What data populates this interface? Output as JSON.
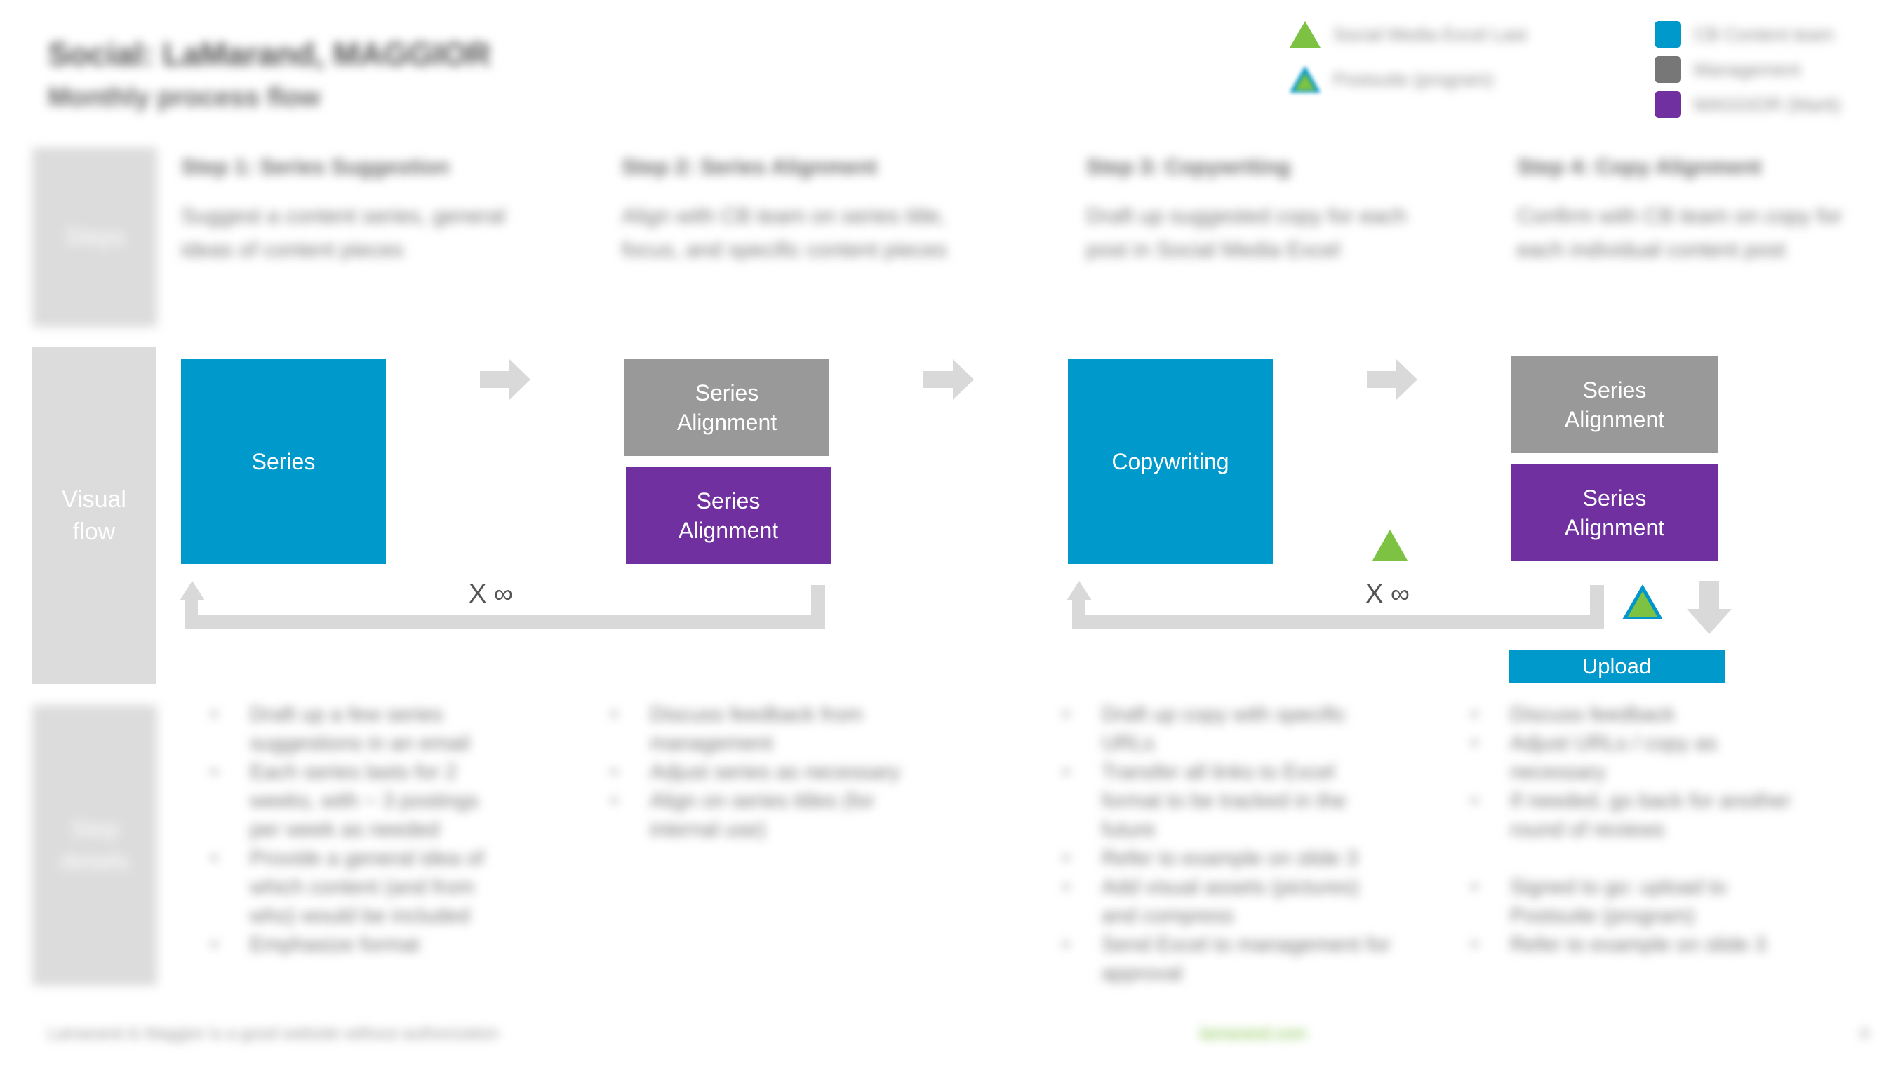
{
  "header": {
    "title": "Social: LaMarand, MAGGIOR",
    "subtitle": "Monthly process flow"
  },
  "legend": {
    "left": [
      {
        "icon": "green-triangle-icon",
        "label": "Social Media Excel Last"
      },
      {
        "icon": "outlined-triangle-icon",
        "label": "Postsuite (program)"
      }
    ],
    "right": [
      {
        "icon": "blue-square-icon",
        "color": "#0099cc",
        "label": "CB Content team"
      },
      {
        "icon": "gray-square-icon",
        "color": "#999999",
        "label": "Management"
      },
      {
        "icon": "purple-square-icon",
        "color": "#7030a0",
        "label": "MAGGIOR (Martt)"
      }
    ]
  },
  "rows": {
    "steps_label": "Steps",
    "visual_label": "Visual flow",
    "details_label": "Step details"
  },
  "steps": [
    {
      "title": "Step 1: Series Suggestion",
      "desc": "Suggest a content series, general ideas of content pieces"
    },
    {
      "title": "Step 2: Series Alignment",
      "desc": "Align with CB team on series title, focus, and specific content pieces"
    },
    {
      "title": "Step 3: Copywriting",
      "desc": "Draft up suggested copy for each post in Social Media Excel"
    },
    {
      "title": "Step 4: Copy Alignment",
      "desc": "Confirm with CB team on copy for each individual content post"
    }
  ],
  "flow": {
    "series": "Series",
    "step2_gray": "Series Alignment",
    "step2_purple": "Series Alignment",
    "copywriting": "Copywriting",
    "step4_gray": "Series Alignment",
    "step4_purple": "Series Alignment",
    "loop1": "X ∞",
    "loop2": "X ∞",
    "upload": "Upload"
  },
  "details": {
    "col1": [
      "Draft up a few series suggestions in an email",
      "Each series lasts for 2 weeks, with ~ 3 postings per week as needed",
      "Provide a general idea of which content (and from who) would be included",
      "Emphasize format"
    ],
    "col2": [
      "Discuss feedback from management",
      "Adjust series as necessary",
      "Align on series titles (for internal use)"
    ],
    "col3": [
      "Draft up copy with specific URLs",
      "Transfer all links to Excel format to be tracked in the future",
      "Refer to example on slide 3",
      "Add visual assets (pictures) and compress",
      "Send Excel to management for approval"
    ],
    "col4a": [
      "Discuss feedback",
      "Adjust URLs / copy as necessary",
      "If needed, go back for another round of reviews"
    ],
    "col4b": [
      "Signed to go: upload to Postsuite (program)",
      "Refer to example on slide 3"
    ]
  },
  "footer": {
    "left": "Lamarand & Maggior is a good website without authorization",
    "mid": "lamarand.com",
    "page": "4"
  }
}
